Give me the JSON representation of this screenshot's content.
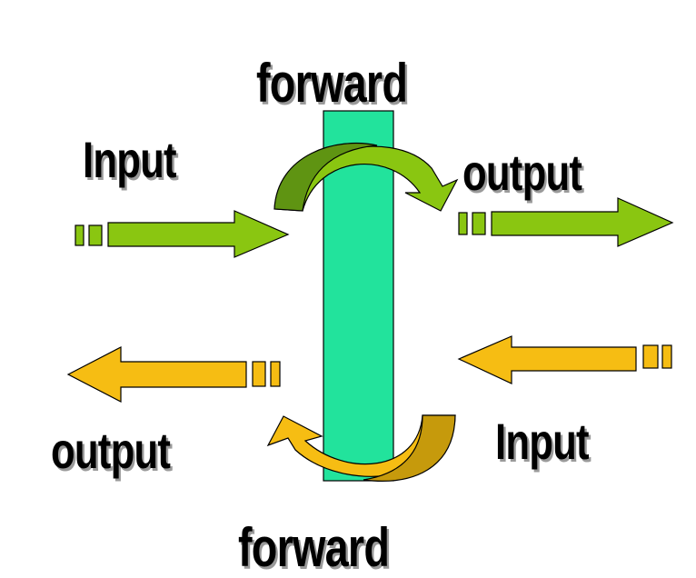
{
  "labels": {
    "forward_top": "forward",
    "input_left": "Input",
    "output_right": "output",
    "output_left": "output",
    "input_right": "Input",
    "forward_bottom": "forward"
  },
  "colors": {
    "bar": "#22e39c",
    "green_arrow": "#8ac611",
    "green_arrow_dark": "#5f9412",
    "orange_arrow": "#f6bd13",
    "orange_arrow_dark": "#c69a0c",
    "outline": "#000000",
    "text_shadow": "#9a9a9a"
  },
  "icons": {
    "top_curved": "curved-arrow-clockwise-icon",
    "bottom_curved": "curved-arrow-counterclockwise-icon",
    "input_left_arrow": "striped-right-arrow-icon",
    "output_right_arrow": "striped-right-arrow-icon",
    "output_left_arrow": "striped-left-arrow-icon",
    "input_right_arrow": "striped-left-arrow-icon"
  }
}
